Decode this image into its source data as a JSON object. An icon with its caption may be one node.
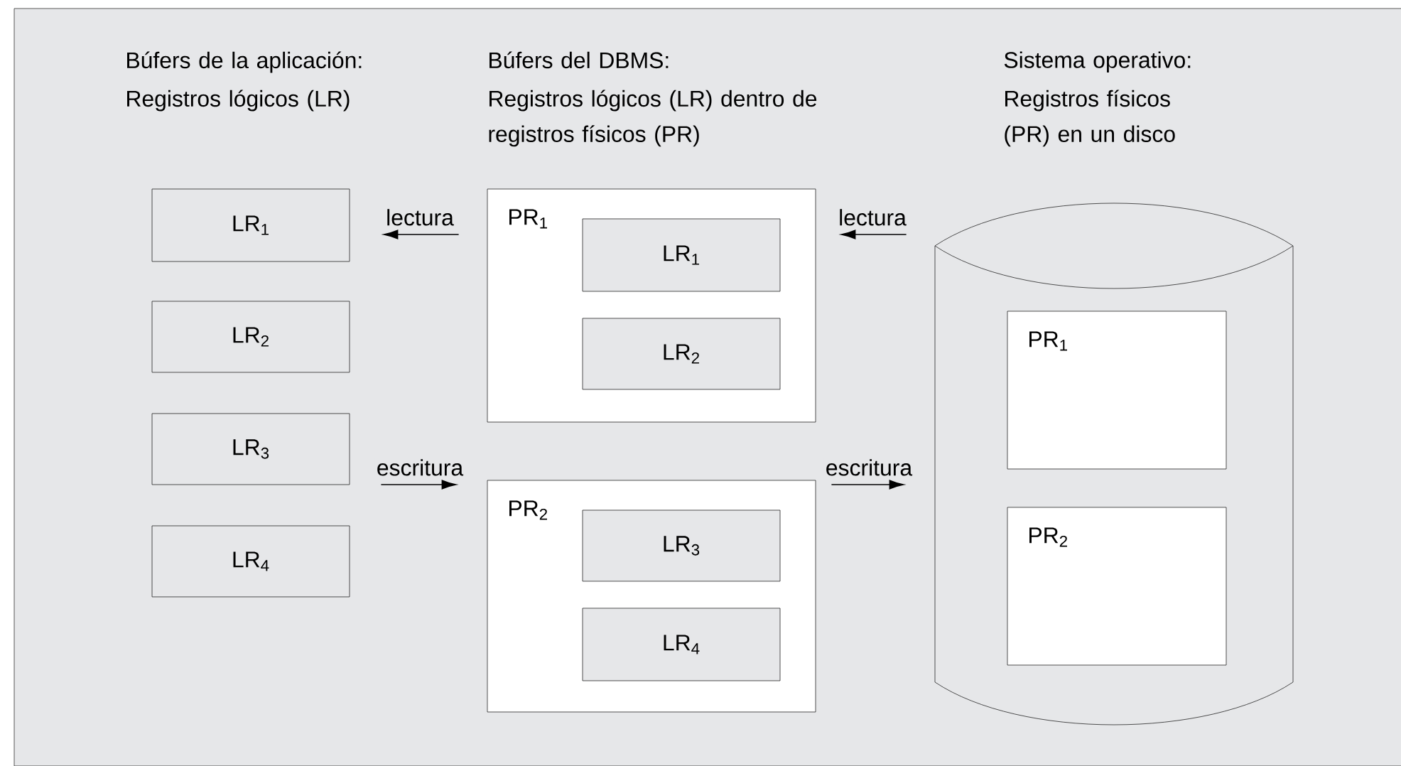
{
  "diagram": {
    "nodes": [
      {
        "text": [
          "LR$_{1}$"
        ]
      },
      {
        "text": [
          "LR$_{2}$"
        ]
      },
      {
        "text": [
          "LR$_{3}$"
        ]
      },
      {
        "text": [
          "LR$_{4}$"
        ]
      },
      {
        "text": [
          "PR$_{1}$"
        ]
      },
      {
        "text": [
          "LR$_{1}$"
        ],
        "in": 4
      },
      {
        "text": [
          "LR$_{2}$"
        ],
        "in": 4
      },
      {
        "text": [
          "PR$_{2}$"
        ]
      },
      {
        "text": [
          "LR$_{3}$"
        ],
        "in": 7
      },
      {
        "text": [
          "LR$_{4}$"
        ],
        "in": 7
      },
      {
        "text": [],
        "shape": "cylinder"
      },
      {
        "text": [
          "PR$_{1}$"
        ],
        "in": 10
      },
      {
        "text": [
          "PR$_{2}$"
        ],
        "in": 10
      }
    ],
    "edges": [
      {
        "from": 4,
        "to": 0,
        "arrow": "to",
        "label": "lectura"
      },
      {
        "from": 10,
        "to": 4,
        "arrow": "to",
        "label": "lectura"
      },
      {
        "from": 2,
        "to": 7,
        "arrow": "to",
        "label": "escritura"
      },
      {
        "from": 7,
        "to": 10,
        "arrow": "to",
        "label": "escritura"
      }
    ],
    "labels": [
      "Búfers de la aplicación:",
      "Registros lógicos (LR)",
      "Búfers del DBMS:",
      "Registros lógicos (LR) dentro de registros físicos (PR)",
      "Sistema operativo:",
      "Registros físicos (PR) en un disco"
    ]
  }
}
